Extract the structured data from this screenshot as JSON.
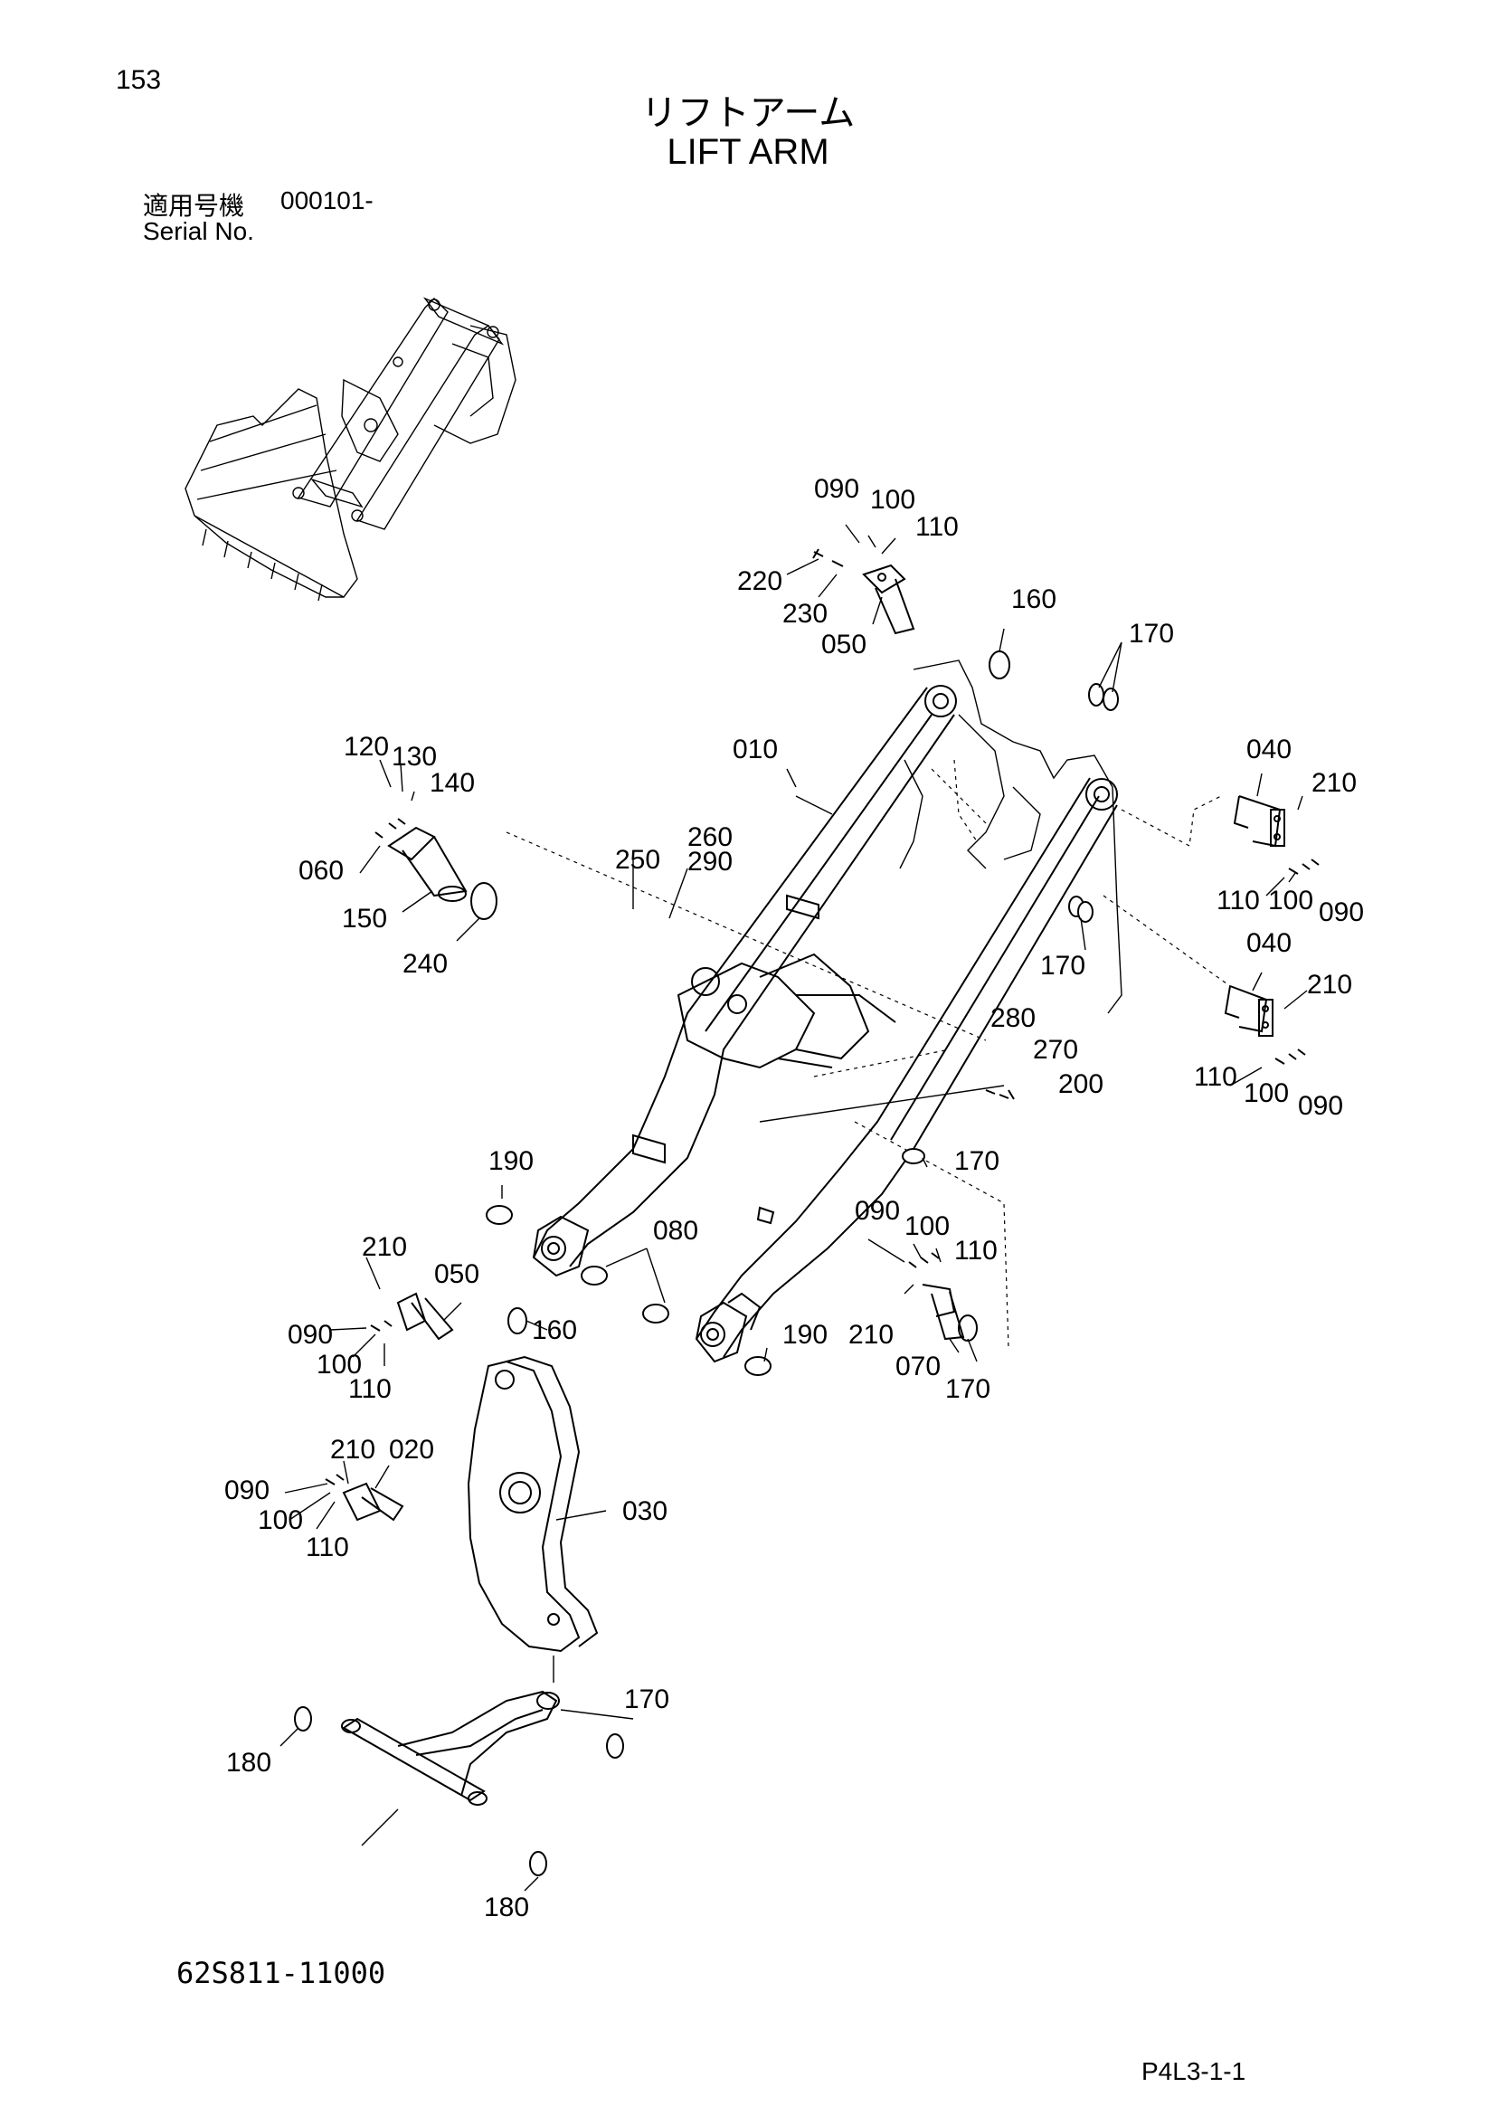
{
  "page_number": "153",
  "title_jp": "リフトアーム",
  "title_en": "LIFT ARM",
  "serial_label_jp": "適用号機",
  "serial_value": "000101-",
  "serial_label_en": "Serial No.",
  "drawing_number": "62S811-11000",
  "page_code": "P4L3-1-1",
  "callouts": [
    "090",
    "100",
    "110",
    "220",
    "230",
    "050",
    "160",
    "170",
    "010",
    "040",
    "210",
    "120",
    "130",
    "140",
    "060",
    "150",
    "240",
    "250",
    "260",
    "290",
    "280",
    "270",
    "200",
    "190",
    "080",
    "070",
    "020",
    "030",
    "180"
  ]
}
